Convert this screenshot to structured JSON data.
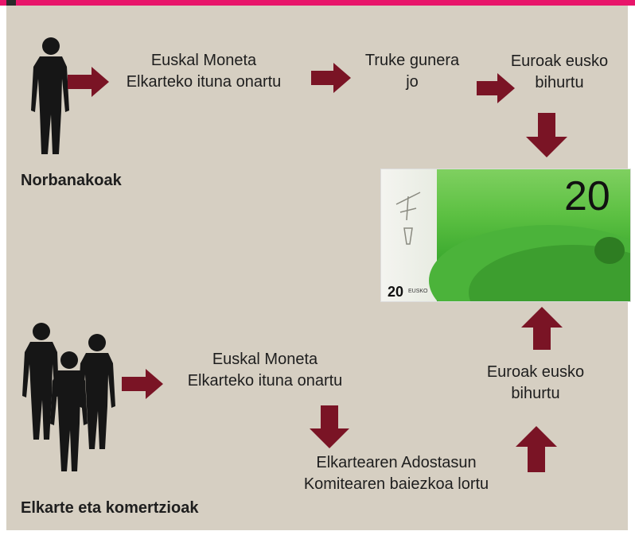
{
  "colors": {
    "arrow": "#7a1425",
    "panel": "#d6cfc2",
    "accent_bar": "#e8156a",
    "figure": "#161616"
  },
  "top_section": {
    "step1": "Euskal Moneta\nElkarteko ituna onartu",
    "step2": "Truke gunera\njo",
    "step3": "Euroak eusko\nbihurtu",
    "label": "Norbanakoak"
  },
  "banknote": {
    "amount": "20",
    "small_amount": "20",
    "small_word": "EUSKO"
  },
  "bottom_section": {
    "step1": "Euskal Moneta\nElkarteko ituna onartu",
    "step2": "Euroak eusko\nbihurtu",
    "step3": "Elkartearen Adostasun\nKomitearen baiezkoa lortu",
    "label": "Elkarte eta komertzioak"
  },
  "icons": [
    "person-silhouette-icon",
    "group-silhouette-icon",
    "right-arrow-icon",
    "down-arrow-icon",
    "up-arrow-icon"
  ]
}
